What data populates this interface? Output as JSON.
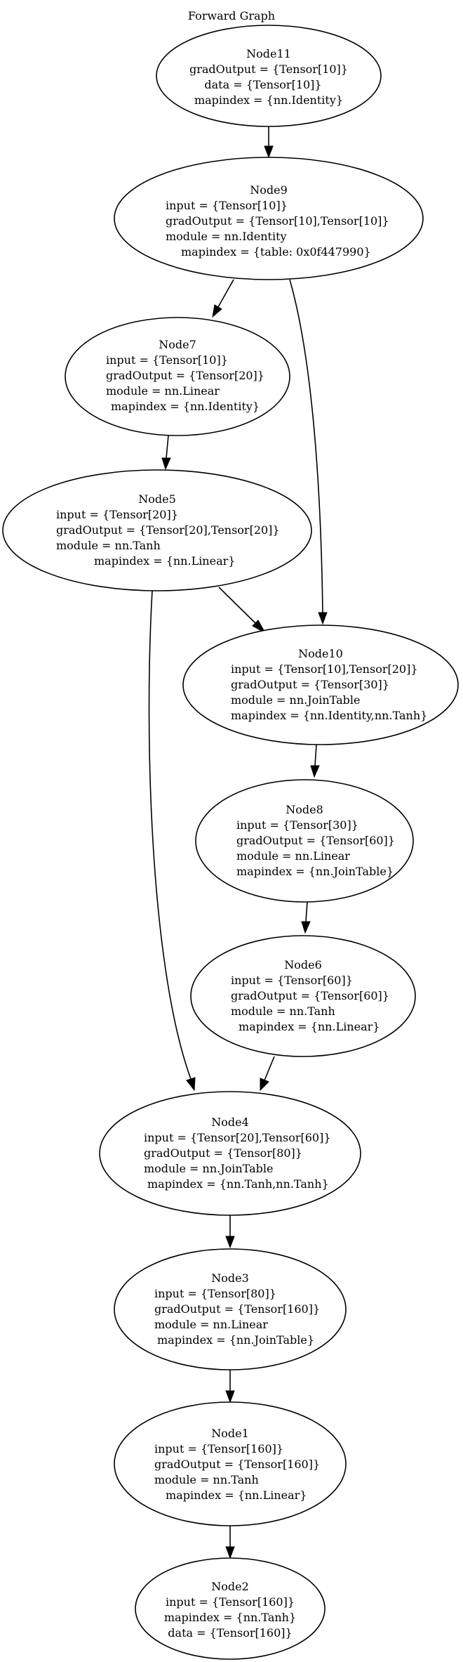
{
  "graph": {
    "title": "Forward Graph",
    "nodes": {
      "node11": {
        "name": "Node11",
        "lines": [
          "gradOutput = {Tensor[10]}",
          "data = {Tensor[10]}",
          "mapindex = {nn.Identity}"
        ]
      },
      "node9": {
        "name": "Node9",
        "lines": [
          "input = {Tensor[10]}",
          "gradOutput = {Tensor[10],Tensor[10]}",
          "module = nn.Identity",
          "mapindex = {table: 0x0f447990}"
        ]
      },
      "node7": {
        "name": "Node7",
        "lines": [
          "input = {Tensor[10]}",
          "gradOutput = {Tensor[20]}",
          "module = nn.Linear",
          "mapindex = {nn.Identity}"
        ]
      },
      "node5": {
        "name": "Node5",
        "lines": [
          "input = {Tensor[20]}",
          "gradOutput = {Tensor[20],Tensor[20]}",
          "module = nn.Tanh",
          "mapindex = {nn.Linear}"
        ]
      },
      "node10": {
        "name": "Node10",
        "lines": [
          "input = {Tensor[10],Tensor[20]}",
          "gradOutput = {Tensor[30]}",
          "module = nn.JoinTable",
          "mapindex = {nn.Identity,nn.Tanh}"
        ]
      },
      "node8": {
        "name": "Node8",
        "lines": [
          "input = {Tensor[30]}",
          "gradOutput = {Tensor[60]}",
          "module = nn.Linear",
          "mapindex = {nn.JoinTable}"
        ]
      },
      "node6": {
        "name": "Node6",
        "lines": [
          "input = {Tensor[60]}",
          "gradOutput = {Tensor[60]}",
          "module = nn.Tanh",
          "mapindex = {nn.Linear}"
        ]
      },
      "node4": {
        "name": "Node4",
        "lines": [
          "input = {Tensor[20],Tensor[60]}",
          "gradOutput = {Tensor[80]}",
          "module = nn.JoinTable",
          "mapindex = {nn.Tanh,nn.Tanh}"
        ]
      },
      "node3": {
        "name": "Node3",
        "lines": [
          "input = {Tensor[80]}",
          "gradOutput = {Tensor[160]}",
          "module = nn.Linear",
          "mapindex = {nn.JoinTable}"
        ]
      },
      "node1": {
        "name": "Node1",
        "lines": [
          "input = {Tensor[160]}",
          "gradOutput = {Tensor[160]}",
          "module = nn.Tanh",
          "mapindex = {nn.Linear}"
        ]
      },
      "node2": {
        "name": "Node2",
        "lines": [
          "input = {Tensor[160]}",
          "mapindex = {nn.Tanh}",
          "data = {Tensor[160]}"
        ]
      }
    }
  }
}
